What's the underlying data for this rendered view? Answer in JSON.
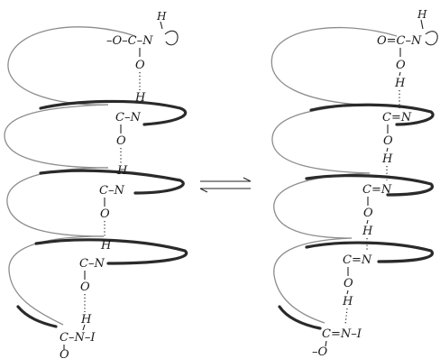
{
  "figure": {
    "left_helix": {
      "labels": {
        "top_h": "H",
        "top_ocn": "–O–C–N",
        "top_o": "O",
        "r1_h": "H",
        "r1_cn": "C–N",
        "r1_o": "O",
        "r2_h": "H",
        "r2_cn": "C–N",
        "r2_o": "O",
        "r3_h": "H",
        "r3_cn": "C–N",
        "r3_o": "O",
        "r4_h": "H",
        "r4_cni": "C–N–I",
        "r4_o": "O"
      }
    },
    "equilibrium_symbol": "⇄",
    "right_helix": {
      "labels": {
        "top_h": "H",
        "top_ocn": "O=C–N",
        "top_o": "O",
        "top_oh_h": "H",
        "r1_cn": "C=N",
        "r1_o": "O",
        "r1_h": "H",
        "r2_cn": "C=N",
        "r2_o": "O",
        "r2_h": "H",
        "r3_cn": "C=N",
        "r3_o": "O",
        "r3_h": "H",
        "r4_cni": "C=N–I",
        "r4_o": "–O"
      }
    }
  }
}
